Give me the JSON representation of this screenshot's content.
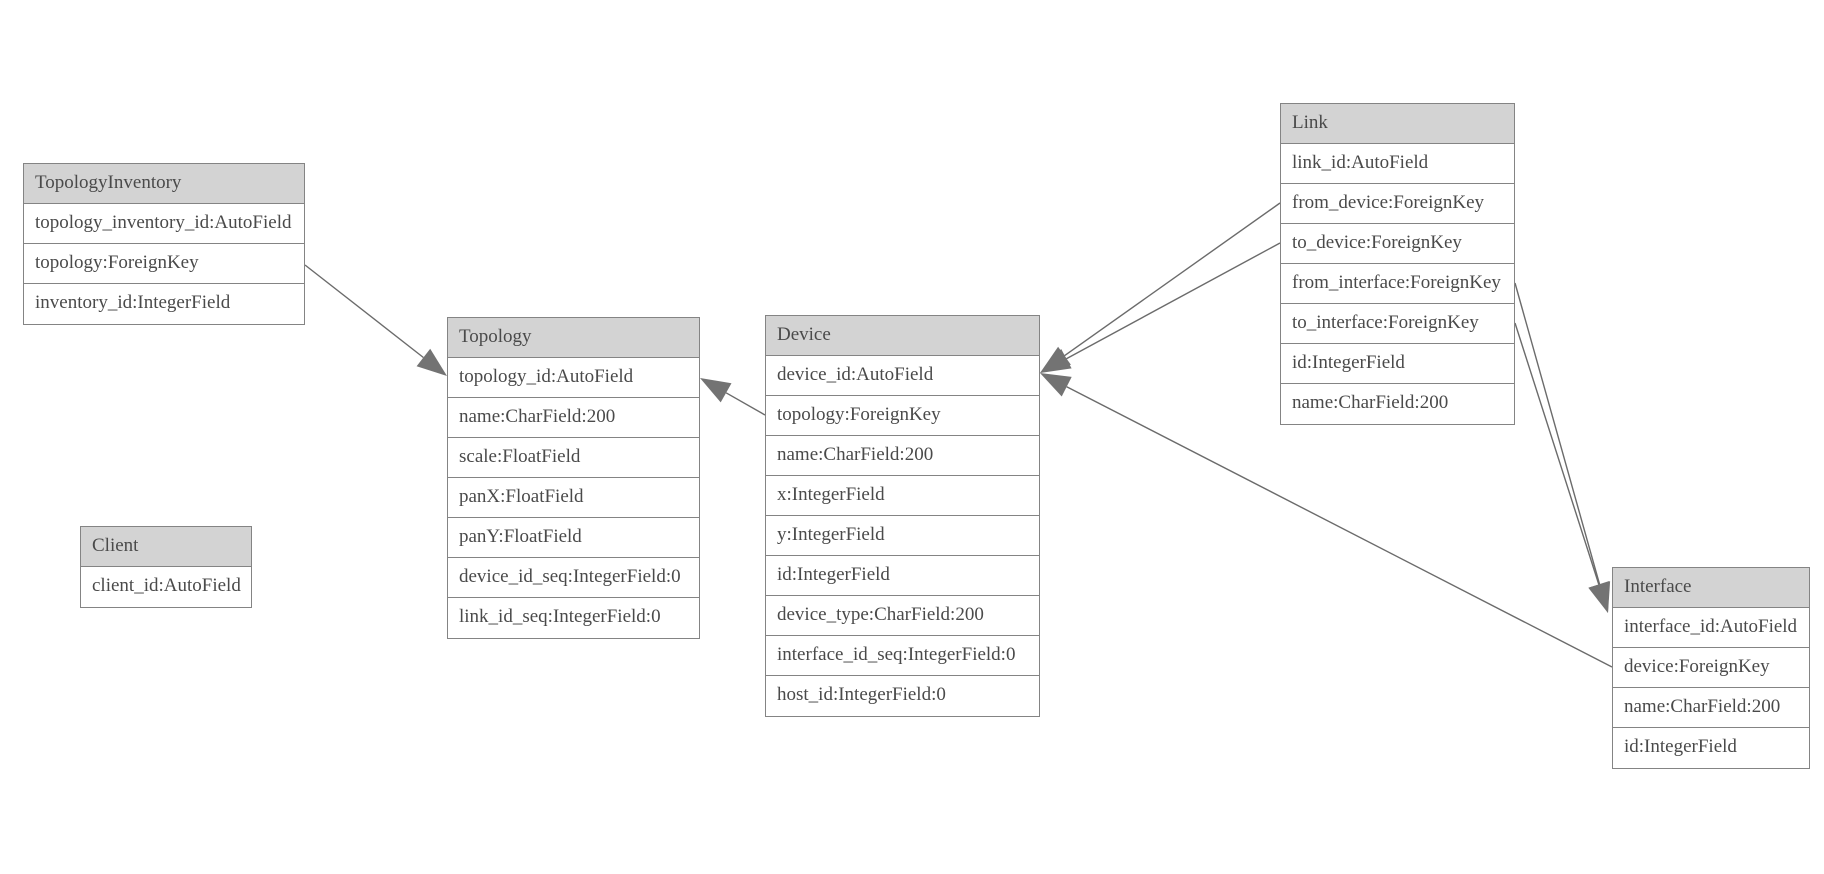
{
  "diagram": {
    "colors": {
      "header_fill": "#d3d3d3",
      "row_fill": "#ffffff",
      "border": "#848484",
      "text": "#4a4a4a",
      "edge_line": "#6b6b6b",
      "arrowhead": "#737373",
      "background": "#ffffff"
    },
    "entities": [
      {
        "name": "TopologyInventory",
        "fields": [
          "topology_inventory_id:AutoField",
          "topology:ForeignKey",
          "inventory_id:IntegerField"
        ]
      },
      {
        "name": "Topology",
        "fields": [
          "topology_id:AutoField",
          "name:CharField:200",
          "scale:FloatField",
          "panX:FloatField",
          "panY:FloatField",
          "device_id_seq:IntegerField:0",
          "link_id_seq:IntegerField:0"
        ]
      },
      {
        "name": "Client",
        "fields": [
          "client_id:AutoField"
        ]
      },
      {
        "name": "Device",
        "fields": [
          "device_id:AutoField",
          "topology:ForeignKey",
          "name:CharField:200",
          "x:IntegerField",
          "y:IntegerField",
          "id:IntegerField",
          "device_type:CharField:200",
          "interface_id_seq:IntegerField:0",
          "host_id:IntegerField:0"
        ]
      },
      {
        "name": "Link",
        "fields": [
          "link_id:AutoField",
          "from_device:ForeignKey",
          "to_device:ForeignKey",
          "from_interface:ForeignKey",
          "to_interface:ForeignKey",
          "id:IntegerField",
          "name:CharField:200"
        ]
      },
      {
        "name": "Interface",
        "fields": [
          "interface_id:AutoField",
          "device:ForeignKey",
          "name:CharField:200",
          "id:IntegerField"
        ]
      }
    ],
    "relationships": [
      {
        "from": "TopologyInventory.topology",
        "to": "Topology.topology_id"
      },
      {
        "from": "Device.topology",
        "to": "Topology.topology_id"
      },
      {
        "from": "Link.from_device",
        "to": "Device.device_id"
      },
      {
        "from": "Link.to_device",
        "to": "Device.device_id"
      },
      {
        "from": "Interface.device",
        "to": "Device.device_id"
      },
      {
        "from": "Link.from_interface",
        "to": "Interface.interface_id"
      },
      {
        "from": "Link.to_interface",
        "to": "Interface.interface_id"
      }
    ]
  }
}
